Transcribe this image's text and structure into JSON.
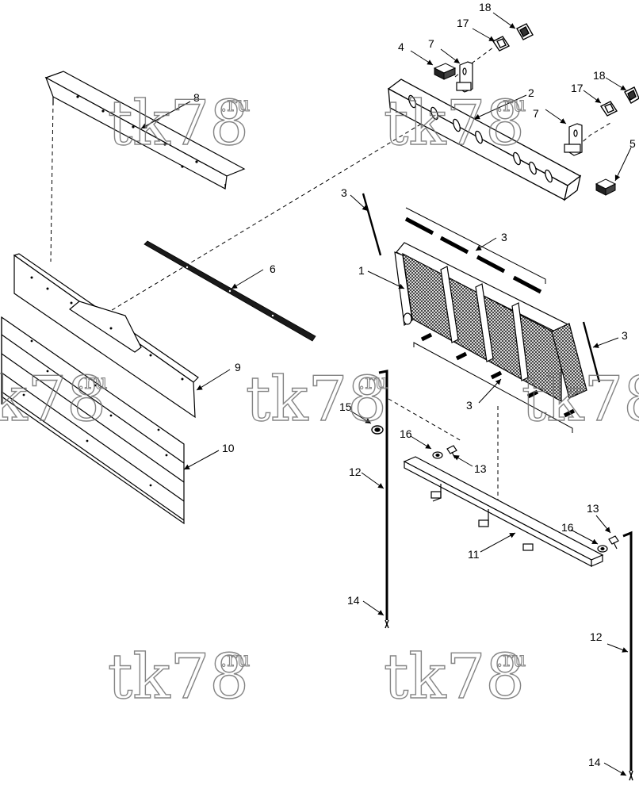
{
  "watermark": {
    "main": "tk78",
    "suffix": ".ru"
  },
  "callouts": {
    "c1": "1",
    "c2": "2",
    "c3a": "3",
    "c3b": "3",
    "c3c": "3",
    "c3d": "3",
    "c4": "4",
    "c5": "5",
    "c6": "6",
    "c7a": "7",
    "c7b": "7",
    "c8": "8",
    "c9": "9",
    "c10": "10",
    "c11": "11",
    "c12a": "12",
    "c12b": "12",
    "c13a": "13",
    "c13b": "13",
    "c14a": "14",
    "c14b": "14",
    "c15": "15",
    "c16a": "16",
    "c16b": "16",
    "c17a": "17",
    "c17b": "17",
    "c18a": "18",
    "c18b": "18"
  }
}
